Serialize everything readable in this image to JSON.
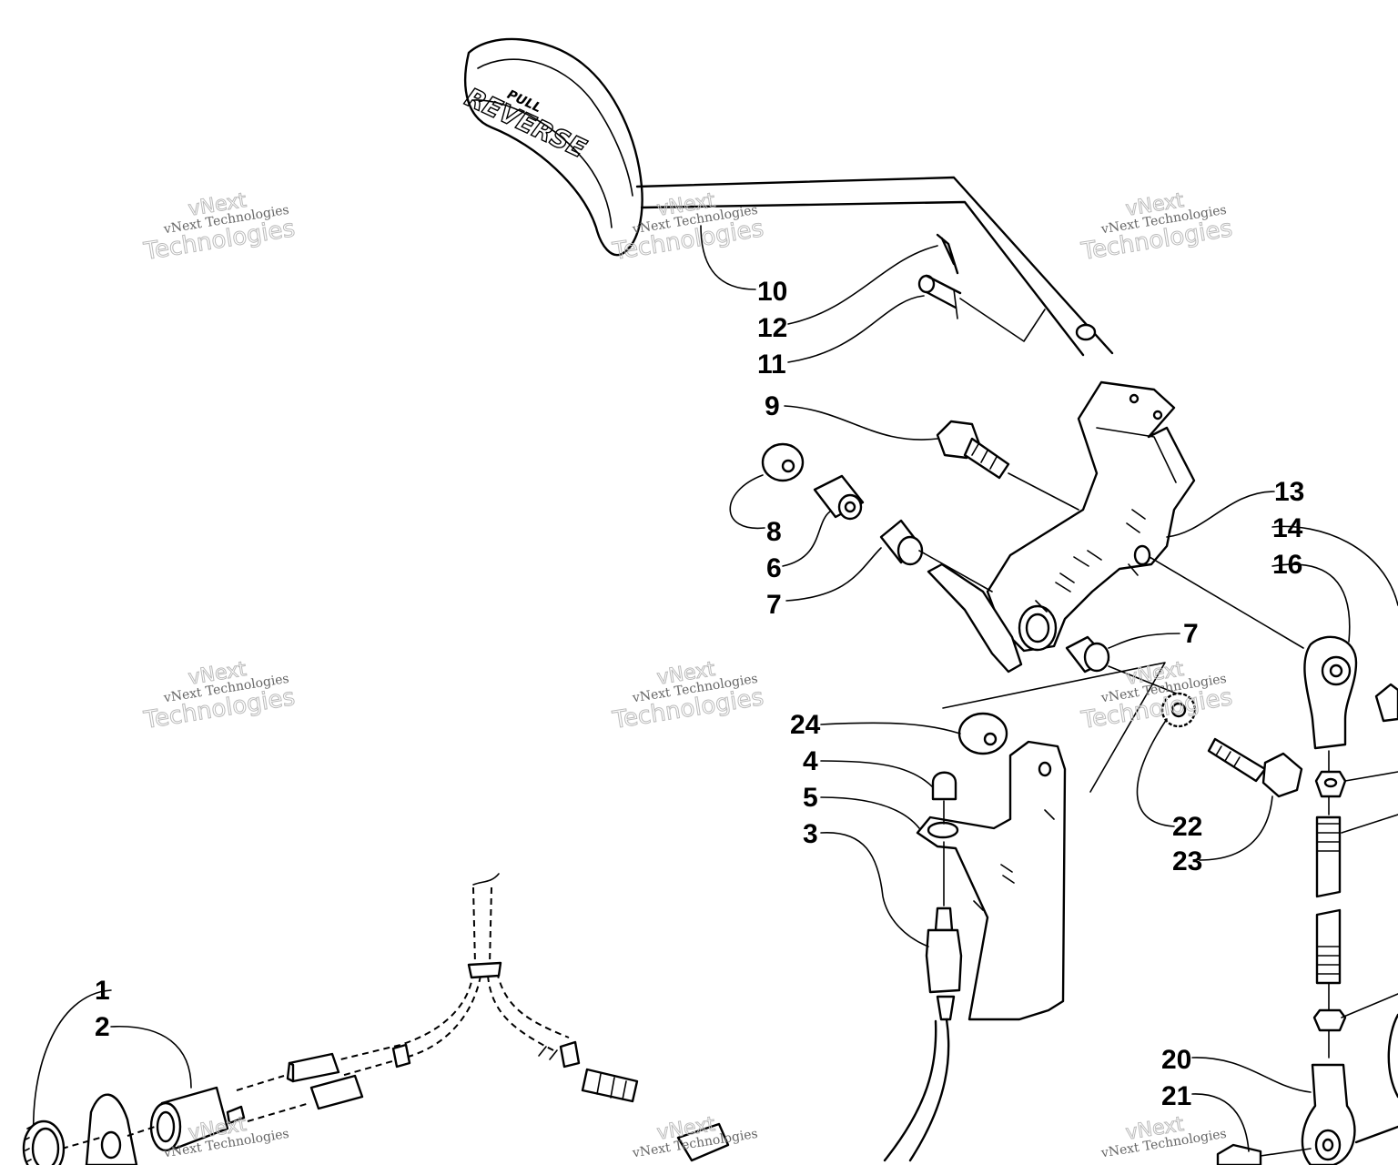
{
  "handle_logo": {
    "line1": "PULL",
    "line2": "REVERSE"
  },
  "callouts": [
    {
      "num": "1"
    },
    {
      "num": "2"
    },
    {
      "num": "3"
    },
    {
      "num": "4"
    },
    {
      "num": "5"
    },
    {
      "num": "6"
    },
    {
      "num": "7"
    },
    {
      "num": "7"
    },
    {
      "num": "8"
    },
    {
      "num": "9"
    },
    {
      "num": "10"
    },
    {
      "num": "11"
    },
    {
      "num": "12"
    },
    {
      "num": "13"
    },
    {
      "num": "14"
    },
    {
      "num": "16"
    },
    {
      "num": "20"
    },
    {
      "num": "21"
    },
    {
      "num": "22"
    },
    {
      "num": "23"
    },
    {
      "num": "24"
    }
  ],
  "watermark": {
    "small": "vNext Technologies",
    "large": "Technologies",
    "top": "vNext"
  }
}
